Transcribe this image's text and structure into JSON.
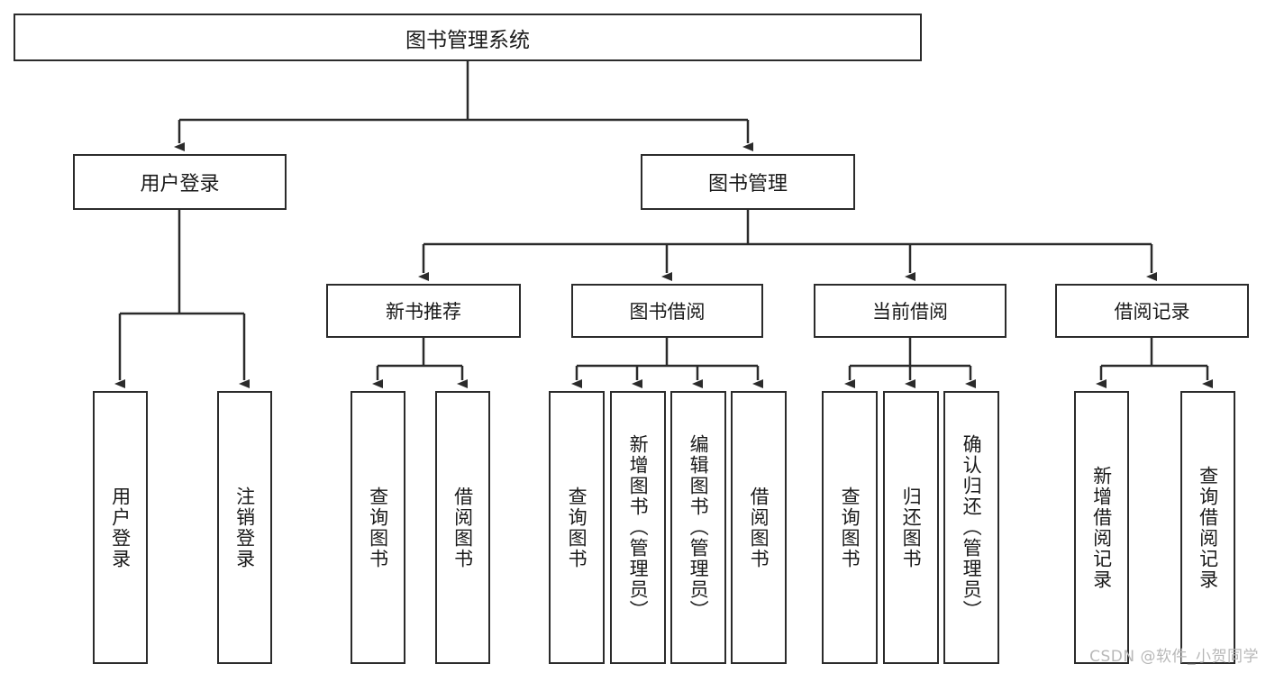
{
  "diagram": {
    "title": "图书管理系统",
    "watermark": "CSDN @软件_小贺同学",
    "accent_color": "#2b2b2b",
    "background_color": "#ffffff",
    "root": {
      "label": "图书管理系统"
    },
    "level2": [
      {
        "label": "用户登录"
      },
      {
        "label": "图书管理"
      }
    ],
    "level3": [
      {
        "label": "新书推荐"
      },
      {
        "label": "图书借阅"
      },
      {
        "label": "当前借阅"
      },
      {
        "label": "借阅记录"
      }
    ],
    "leaves": {
      "user_login": [
        {
          "label": "用户登录"
        },
        {
          "label": "注销登录"
        }
      ],
      "new_book_recommend": [
        {
          "label": "查询图书"
        },
        {
          "label": "借阅图书"
        }
      ],
      "book_borrow": [
        {
          "label": "查询图书"
        },
        {
          "label": "新增图书（管理员）"
        },
        {
          "label": "编辑图书（管理员）"
        },
        {
          "label": "借阅图书"
        }
      ],
      "current_borrow": [
        {
          "label": "查询图书"
        },
        {
          "label": "归还图书"
        },
        {
          "label": "确认归还（管理员）"
        }
      ],
      "borrow_records": [
        {
          "label": "新增借阅记录"
        },
        {
          "label": "查询借阅记录"
        }
      ]
    }
  }
}
